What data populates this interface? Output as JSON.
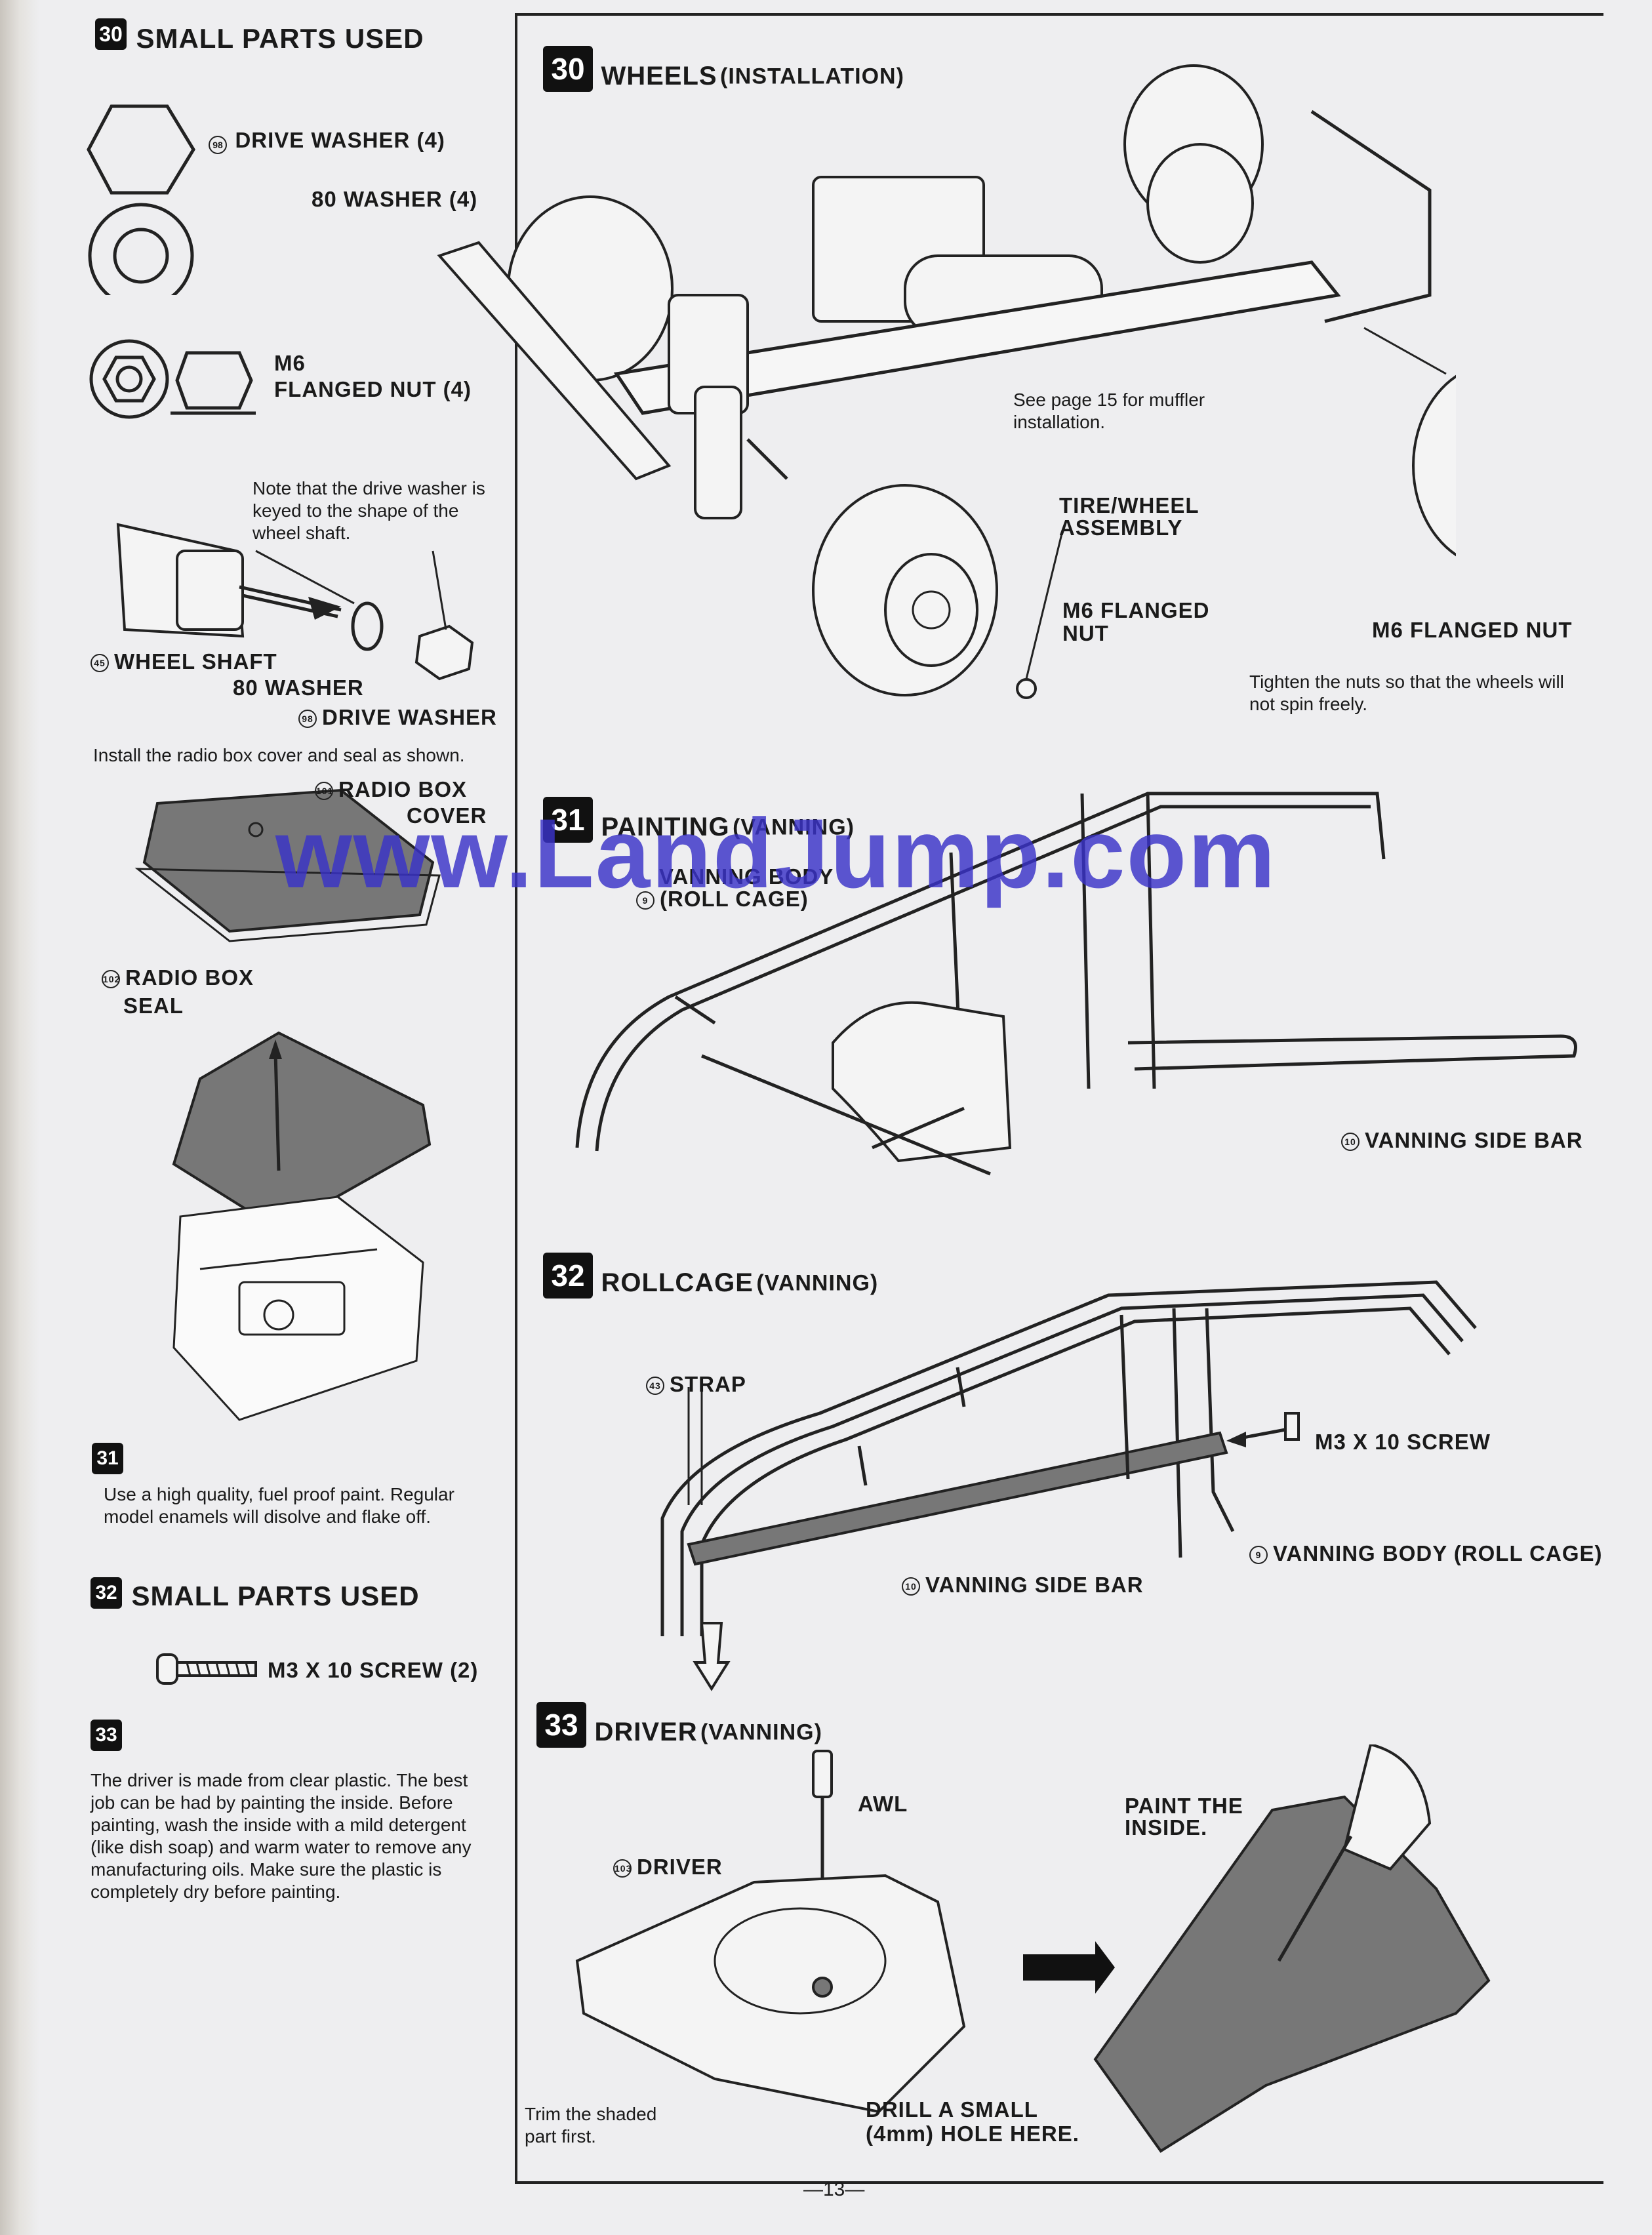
{
  "left": {
    "s30_title": "SMALL PARTS USED",
    "s30_num": "30",
    "drive_washer_num": "98",
    "drive_washer": "DRIVE WASHER (4)",
    "washer_80": "80 WASHER (4)",
    "m6_nut_line1": "M6",
    "m6_nut_line2": "FLANGED NUT (4)",
    "keyed_note": "Note that the drive washer is keyed to the shape of the wheel shaft.",
    "wheel_shaft_num": "45",
    "wheel_shaft": "WHEEL SHAFT",
    "washer_80_b": "80 WASHER",
    "drive_washer_b_num": "98",
    "drive_washer_b": "DRIVE WASHER",
    "radio_note": "Install the radio box cover and seal as shown.",
    "radio_cover_num": "101",
    "radio_cover_l1": "RADIO BOX",
    "radio_cover_l2": "COVER",
    "radio_seal_num": "102",
    "radio_seal_l1": "RADIO BOX",
    "radio_seal_l2": "SEAL",
    "s31_num": "31",
    "s31_text": "Use a high quality, fuel proof paint. Regular model enamels will disolve and flake off.",
    "s32_num": "32",
    "s32_title": "SMALL PARTS USED",
    "m3_screw": "M3 X 10 SCREW (2)",
    "s33_num": "33",
    "s33_text": "The driver is made from clear plastic. The best job can be had by painting the inside. Before painting, wash the inside with a mild detergent (like dish soap) and warm water to remove any manufacturing oils. Make sure the plastic is completely dry before painting."
  },
  "right": {
    "s30_num": "30",
    "s30_title": "WHEELS",
    "s30_sub": "(INSTALLATION)",
    "muffler_note": "See page 15 for muffler installation.",
    "tire_l1": "TIRE/WHEEL",
    "tire_l2": "ASSEMBLY",
    "m6_l1": "M6 FLANGED",
    "m6_l2": "NUT",
    "m6_right": "M6 FLANGED NUT",
    "tighten_note": "Tighten the nuts so that the wheels will not spin freely.",
    "s31_num": "31",
    "s31_title": "PAINTING",
    "s31_sub": "(VANNING)",
    "vbody_l1": "VANNING BODY",
    "vbody_num": "9",
    "vbody_l2": "(ROLL CAGE)",
    "side_bar_num": "10",
    "side_bar": "VANNING SIDE BAR",
    "s32_num": "32",
    "s32_title": "ROLLCAGE",
    "s32_sub": "(VANNING)",
    "strap_num": "43",
    "strap": "STRAP",
    "m3_screw": "M3 X 10 SCREW",
    "vbody2_num": "9",
    "vbody2": "VANNING BODY (ROLL CAGE)",
    "side_bar2_num": "10",
    "side_bar2": "VANNING SIDE BAR",
    "s33_num": "33",
    "s33_title": "DRIVER",
    "s33_sub": "(VANNING)",
    "awl": "AWL",
    "driver_num": "103",
    "driver": "DRIVER",
    "paint_l1": "PAINT THE",
    "paint_l2": "INSIDE.",
    "trim_l1": "Trim the shaded",
    "trim_l2": "part first.",
    "drill_l1": "DRILL A SMALL",
    "drill_l2": "(4mm) HOLE HERE."
  },
  "footer": {
    "page": "—13—"
  },
  "watermark": "www.LandJump.com"
}
